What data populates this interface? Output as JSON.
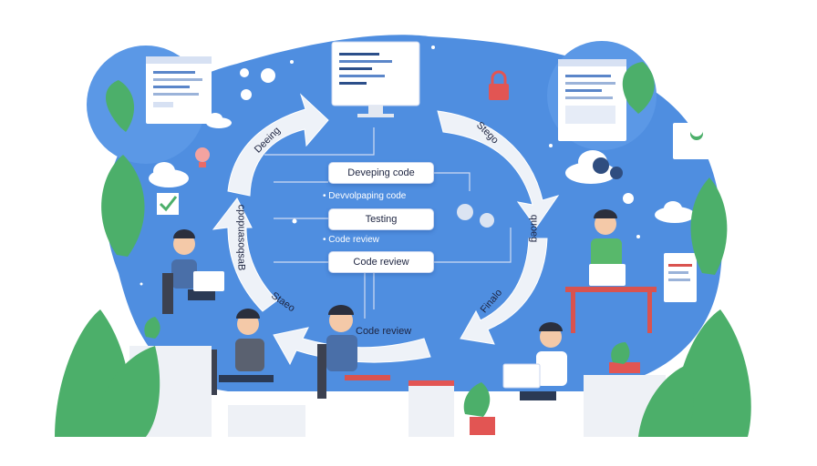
{
  "diagram": {
    "center_steps": [
      "Deveping code",
      "Testing",
      "Code review"
    ],
    "center_bullets": [
      "Devvolpaping code",
      "Code review"
    ],
    "arc_labels": {
      "top_left": "Deeing",
      "top_right": "Stego",
      "left": "cpopuasoqsaB",
      "right": "quoeg",
      "bottom_left": "Staeo",
      "bottom_right": "Finalo",
      "bottom_center": "Code review"
    }
  },
  "colors": {
    "background_blob": "#4f8ee0",
    "arrow": "#eef2f8",
    "plant": "#4caf6a",
    "shirt_green": "#58b86b",
    "shirt_blue": "#4a6fa8",
    "desk_red": "#d9534f"
  }
}
